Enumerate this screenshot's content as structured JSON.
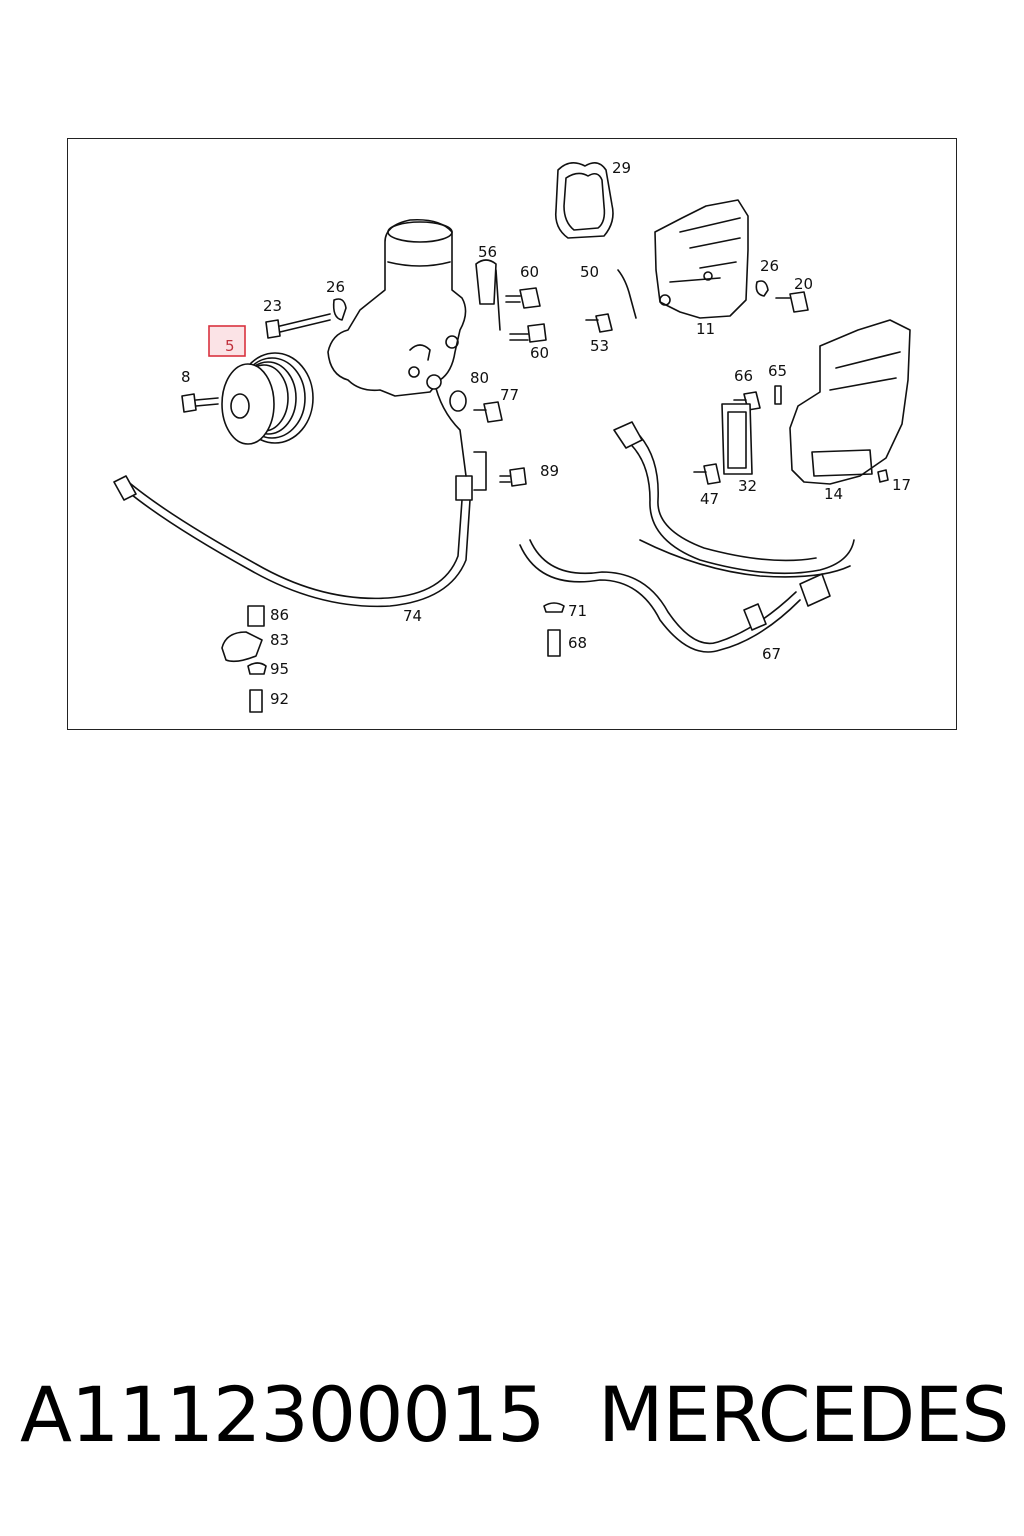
{
  "diagram": {
    "highlighted_callout": "5",
    "highlight_color": "#d9323f",
    "callouts": [
      "29",
      "56",
      "60",
      "50",
      "26",
      "20",
      "23",
      "26",
      "5",
      "60",
      "53",
      "11",
      "8",
      "80",
      "77",
      "66",
      "65",
      "89",
      "47",
      "32",
      "14",
      "17",
      "86",
      "74",
      "71",
      "83",
      "68",
      "95",
      "67",
      "92"
    ]
  },
  "caption": {
    "part_number": "A1112300015",
    "brand": "MERCEDES"
  }
}
